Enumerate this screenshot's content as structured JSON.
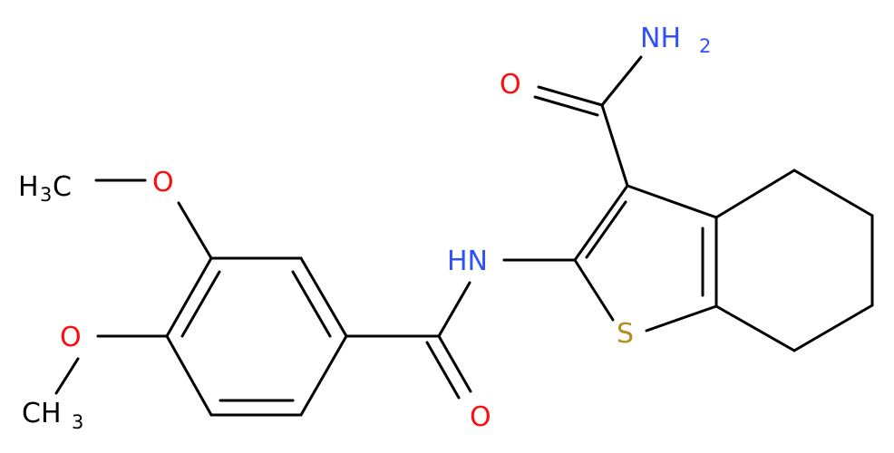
{
  "molecule": {
    "labels": {
      "nh2": "NH",
      "nh2_sub": "2",
      "o_amide": "O",
      "o_methoxy_upper": "O",
      "ch3_upper": "H",
      "ch3_upper_sub": "3",
      "ch3_upper_c": "C",
      "nh": "HN",
      "s": "S",
      "o_methoxy_lower": "O",
      "ch3_lower": "CH",
      "ch3_lower_sub": "3",
      "o_benzamide": "O"
    },
    "colors": {
      "bond": "#000000",
      "nitrogen": "#3050F8",
      "oxygen": "#FF0D0D",
      "sulfur": "#B09020",
      "carbon": "#000000"
    }
  }
}
